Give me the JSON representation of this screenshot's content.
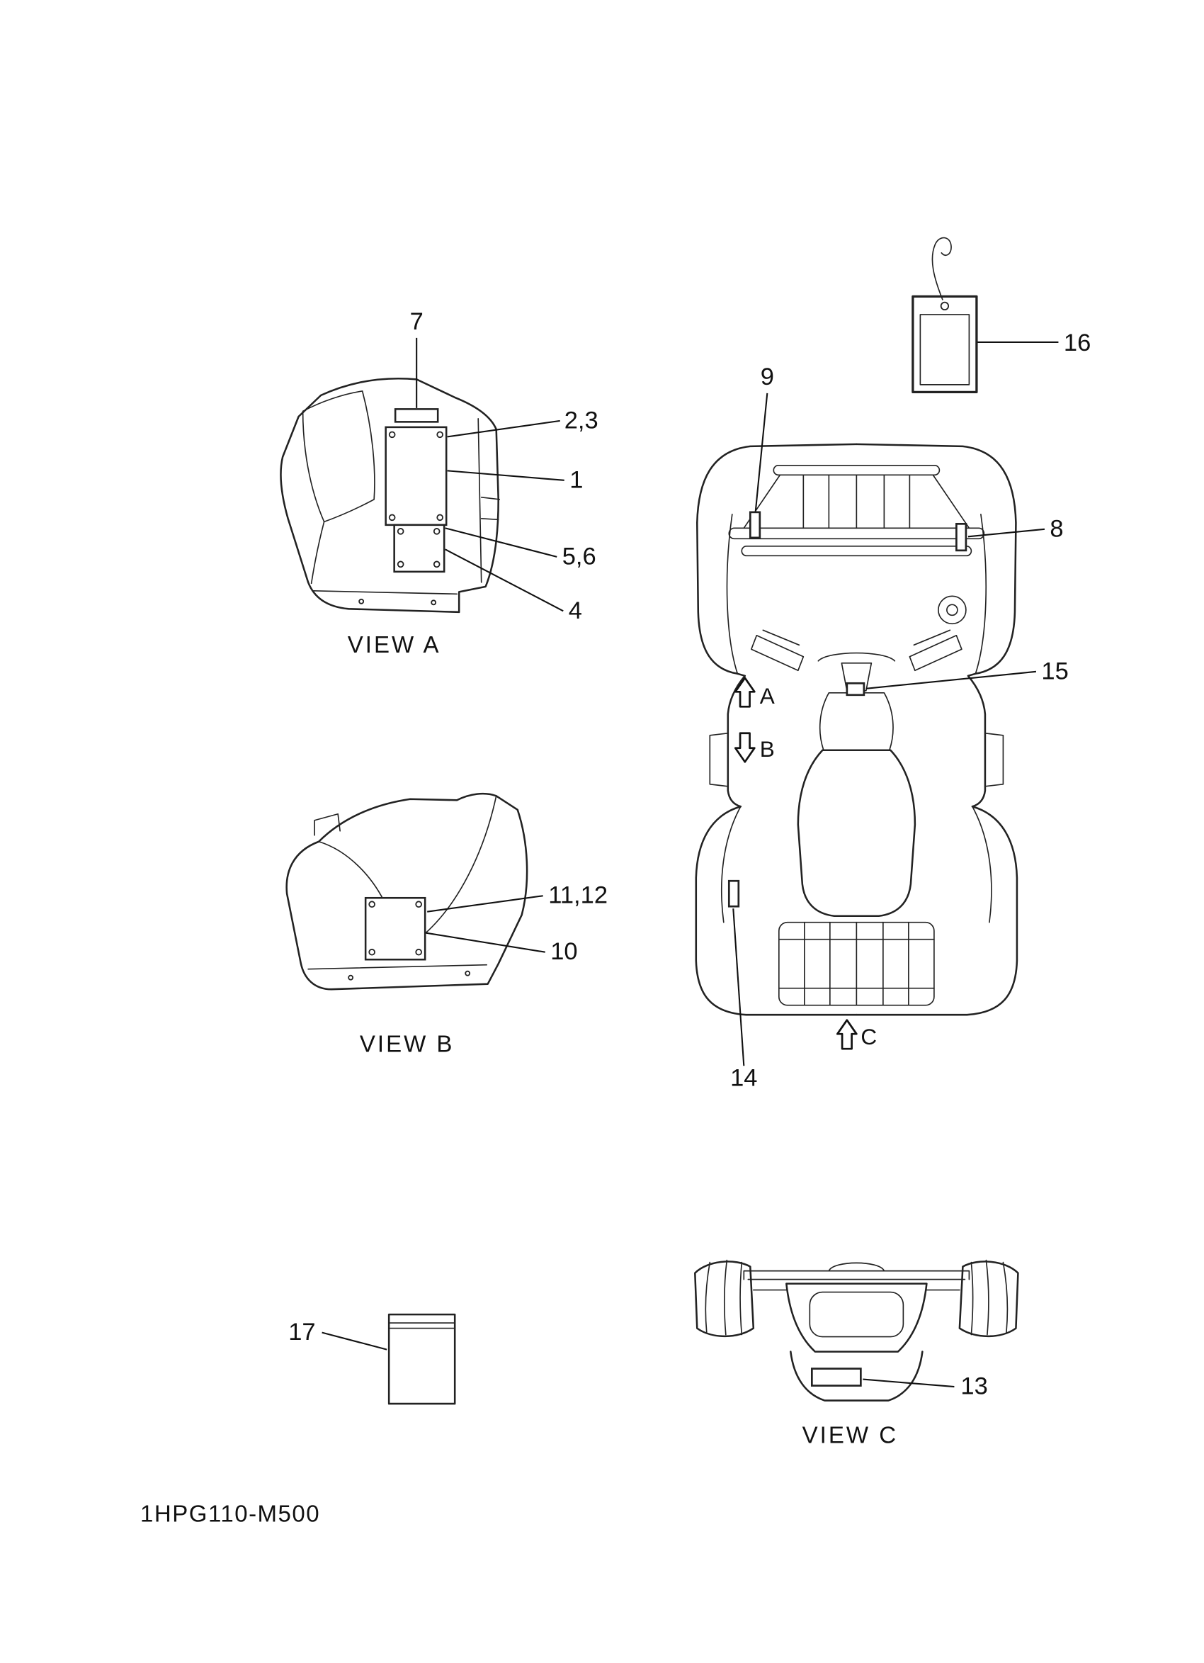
{
  "page": {
    "part_code": "1HPG110-M500"
  },
  "view_a": {
    "title": "VIEW A",
    "callouts": {
      "c7": "7",
      "c2_3": "2,3",
      "c1": "1",
      "c5_6": "5,6",
      "c4": "4"
    }
  },
  "view_b": {
    "title": "VIEW B",
    "callouts": {
      "c11_12": "11,12",
      "c10": "10"
    }
  },
  "view_c": {
    "title": "VIEW C",
    "callouts": {
      "c13": "13"
    }
  },
  "top_view": {
    "callouts": {
      "c9": "9",
      "c8": "8",
      "c15": "15",
      "c14": "14"
    },
    "arrows": {
      "a": "A",
      "b": "B",
      "c": "C"
    }
  },
  "hang_tag": {
    "callout": "16"
  },
  "items": {
    "c17": "17"
  }
}
